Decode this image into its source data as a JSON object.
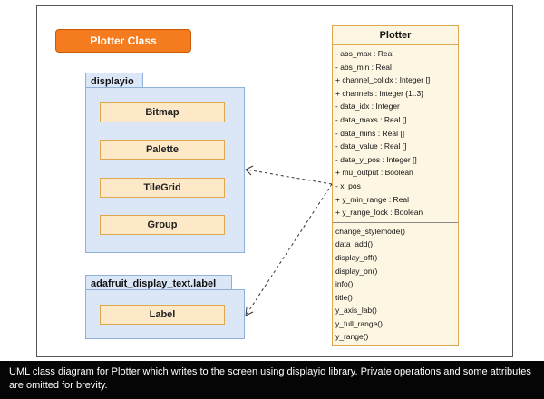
{
  "title": "Plotter Class",
  "packages": [
    {
      "name": "displayio",
      "classes": [
        "Bitmap",
        "Palette",
        "TileGrid",
        "Group"
      ]
    },
    {
      "name": "adafruit_display_text.label",
      "classes": [
        "Label"
      ]
    }
  ],
  "plotter": {
    "name": "Plotter",
    "attributes": [
      "- abs_max : Real",
      "- abs_min : Real",
      "+ channel_colidx : Integer []",
      "+ channels : Integer {1..3}",
      "- data_idx : Integer",
      "- data_maxs : Real []",
      "- data_mins : Real []",
      "- data_value : Real []",
      "- data_y_pos : Integer []",
      "+ mu_output : Boolean",
      "- x_pos",
      "+ y_min_range : Real",
      "+ y_range_lock : Boolean"
    ],
    "operations": [
      "change_stylemode()",
      "data_add()",
      "display_off()",
      "display_on()",
      "info()",
      "title()",
      "y_axis_lab()",
      "y_full_range()",
      "y_range()"
    ]
  },
  "caption": "UML class diagram for Plotter which writes to the screen using displayio library. Private operations and some attributes are omitted for brevity.",
  "colors": {
    "title_badge": "#f57c1e",
    "package_fill": "#dbe7f7",
    "class_fill": "#fde9c8",
    "class_border": "#e0a84e",
    "caption_bg": "#050505"
  }
}
